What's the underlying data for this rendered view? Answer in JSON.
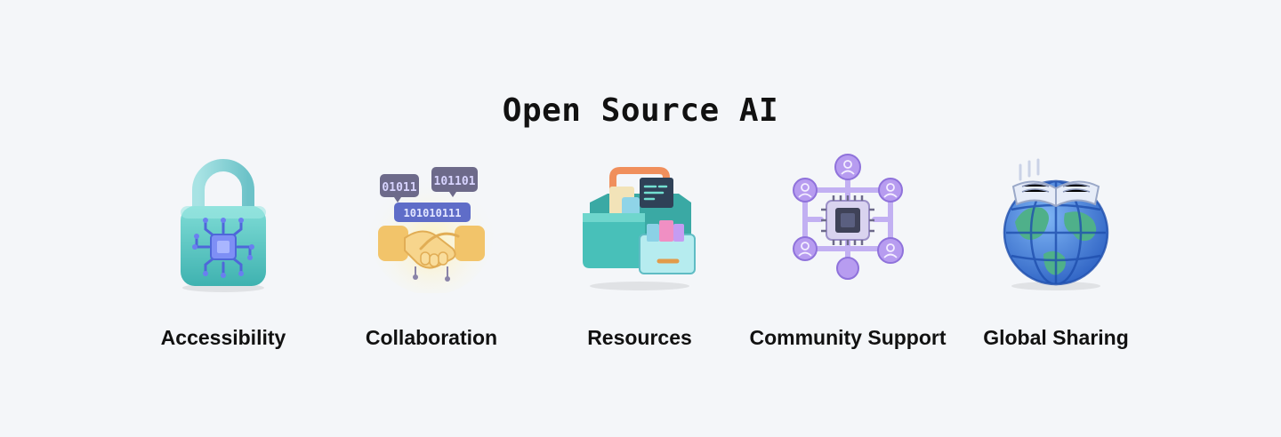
{
  "page": {
    "title": "Open Source AI"
  },
  "features": [
    {
      "label": "Accessibility",
      "icon": "padlock-circuit-icon"
    },
    {
      "label": "Collaboration",
      "icon": "handshake-binary-icon",
      "bubbles": [
        "01011",
        "101101",
        "101010111"
      ]
    },
    {
      "label": "Resources",
      "icon": "toolbox-icon"
    },
    {
      "label": "Community Support",
      "icon": "network-chip-icon"
    },
    {
      "label": "Global Sharing",
      "icon": "globe-book-icon"
    }
  ],
  "colors": {
    "background": "#f4f6f9",
    "text": "#111111",
    "teal": "#5ec9c4",
    "purple": "#a98be6",
    "yellow": "#f5d68c",
    "blue": "#3d7fd6",
    "green": "#4fb08a"
  }
}
